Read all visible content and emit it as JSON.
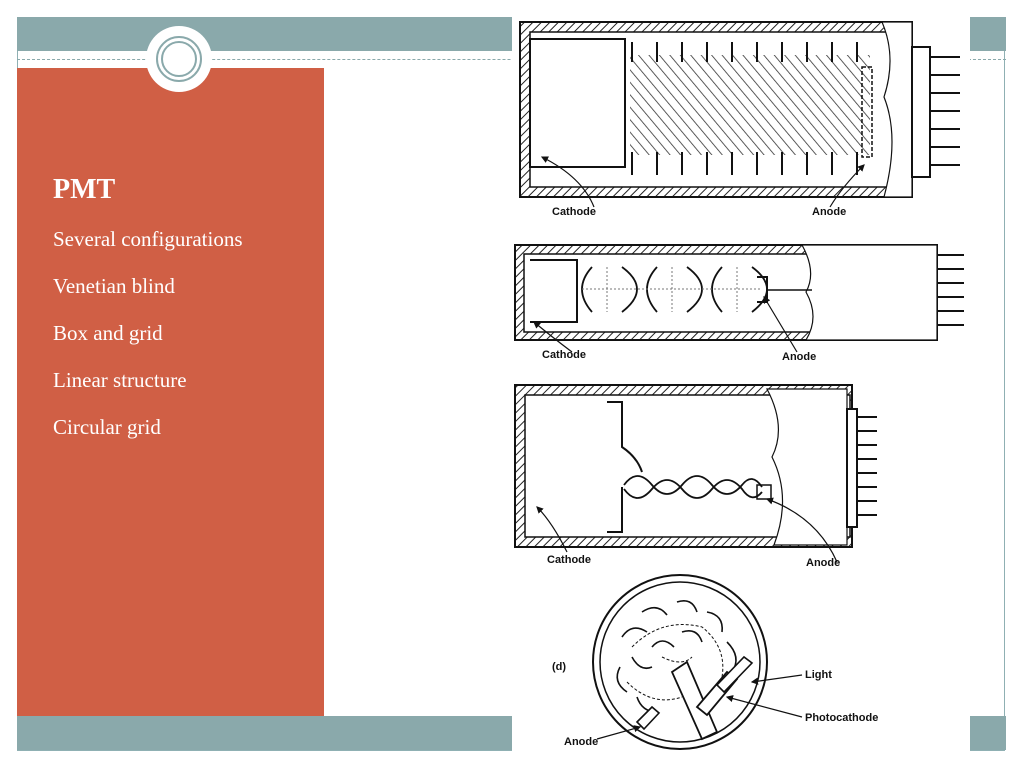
{
  "slide": {
    "title": "PMT",
    "bullets": [
      "Several  configurations",
      "Venetian blind",
      "Box and grid",
      "Linear structure",
      "Circular  grid"
    ]
  },
  "figure": {
    "panel_a": {
      "left_label": "Cathode",
      "right_label": "Anode"
    },
    "panel_b": {
      "left_label": "Cathode",
      "right_label": "Anode"
    },
    "panel_c": {
      "left_label": "Cathode",
      "right_label": "Anode"
    },
    "panel_d": {
      "tag": "(d)",
      "light_label": "Light",
      "photocathode_label": "Photocathode",
      "anode_label": "Anode"
    }
  },
  "colors": {
    "band": "#8aa9ab",
    "panel": "#d05f45",
    "text": "#ffffff"
  }
}
